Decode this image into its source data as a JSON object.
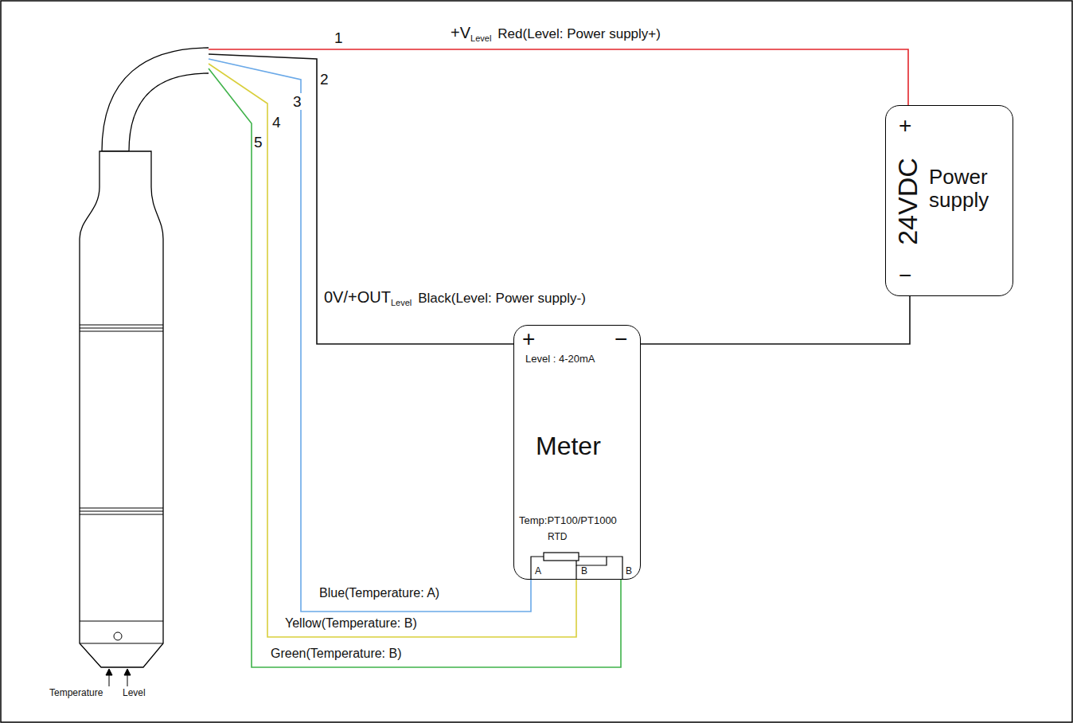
{
  "diagram": {
    "nodes": [
      {
        "text": [
          "+",
          "24VDC",
          "Power supply",
          "−"
        ]
      },
      {
        "text": [
          "+",
          "−",
          "Level : 4-20mA",
          "Meter",
          "Temp:PT100/PT1000",
          "RTD",
          "A",
          "B",
          "B"
        ]
      }
    ],
    "edges": [
      {
        "from": 1,
        "to": 0,
        "arrow": "none"
      }
    ],
    "labels": [
      "1",
      "2",
      "3",
      "4",
      "5",
      "+V",
      "Level",
      "Red(Level: Power supply+)",
      "0V/+OUT",
      "Level",
      "Black(Level: Power supply-)",
      "Blue(Temperature: A)",
      "Yellow(Temperature: B)",
      "Green(Temperature: B)",
      "Temperature",
      "Level"
    ]
  }
}
